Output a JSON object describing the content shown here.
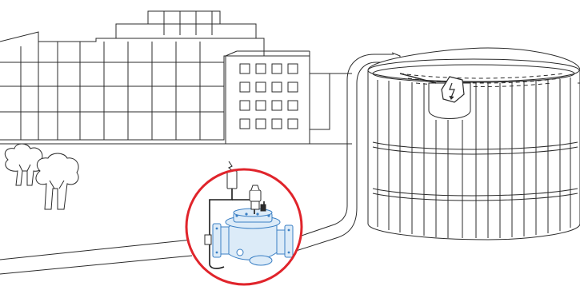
{
  "colors": {
    "background": "#ffffff",
    "line_art": "#2b2b2b",
    "highlight_circle": "#e0242b",
    "valve_body": "#3a7fc4",
    "valve_fill": "#dcebf8",
    "control_tubing": "#1a1a1a"
  },
  "scene": {
    "elements": [
      "office-building-tall",
      "office-building-small",
      "trees",
      "supply-pipeline",
      "water-storage-tank",
      "float-switch-icon",
      "control-valve",
      "solenoid-pilot",
      "highlight-circle"
    ]
  }
}
